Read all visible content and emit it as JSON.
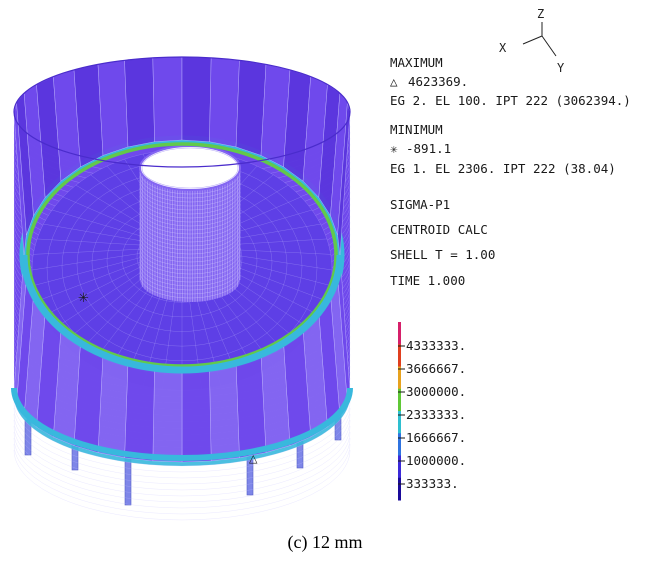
{
  "axes": {
    "z": "Z",
    "x": "X",
    "y": "Y"
  },
  "info": {
    "max_label": "MAXIMUM",
    "max_value": "4623369.",
    "max_symbol": "△",
    "max_location": "EG 2. EL 100. IPT 222 (3062394.)",
    "min_label": "MINIMUM",
    "min_value": "-891.1",
    "min_symbol": "✳",
    "min_location": "EG 1. EL 2306. IPT 222 (38.04)",
    "quantity": "SIGMA-P1",
    "calc": "CENTROID CALC",
    "shell": "SHELL T = 1.00",
    "time": "TIME 1.000"
  },
  "legend": {
    "levels": [
      "4333333.",
      "3666667.",
      "3000000.",
      "2333333.",
      "1666667.",
      "1000000.",
      "333333."
    ],
    "colors": [
      "#d6206a",
      "#e03f1f",
      "#e7a21e",
      "#5fc836",
      "#2ebfd0",
      "#2f73e0",
      "#3b2ad8",
      "#1a0a9a"
    ]
  },
  "model_colors": {
    "shell_main": "#6f49ec",
    "shell_dark": "#5a36de",
    "shell_light": "#8466f2",
    "ring_cyan": "#38b8dd",
    "ring_green": "#62c94a",
    "floor": "#5e3fe6",
    "mesh_line": "#c9c2ff",
    "leg": "#7e86e8"
  },
  "caption": "(c) 12 mm"
}
